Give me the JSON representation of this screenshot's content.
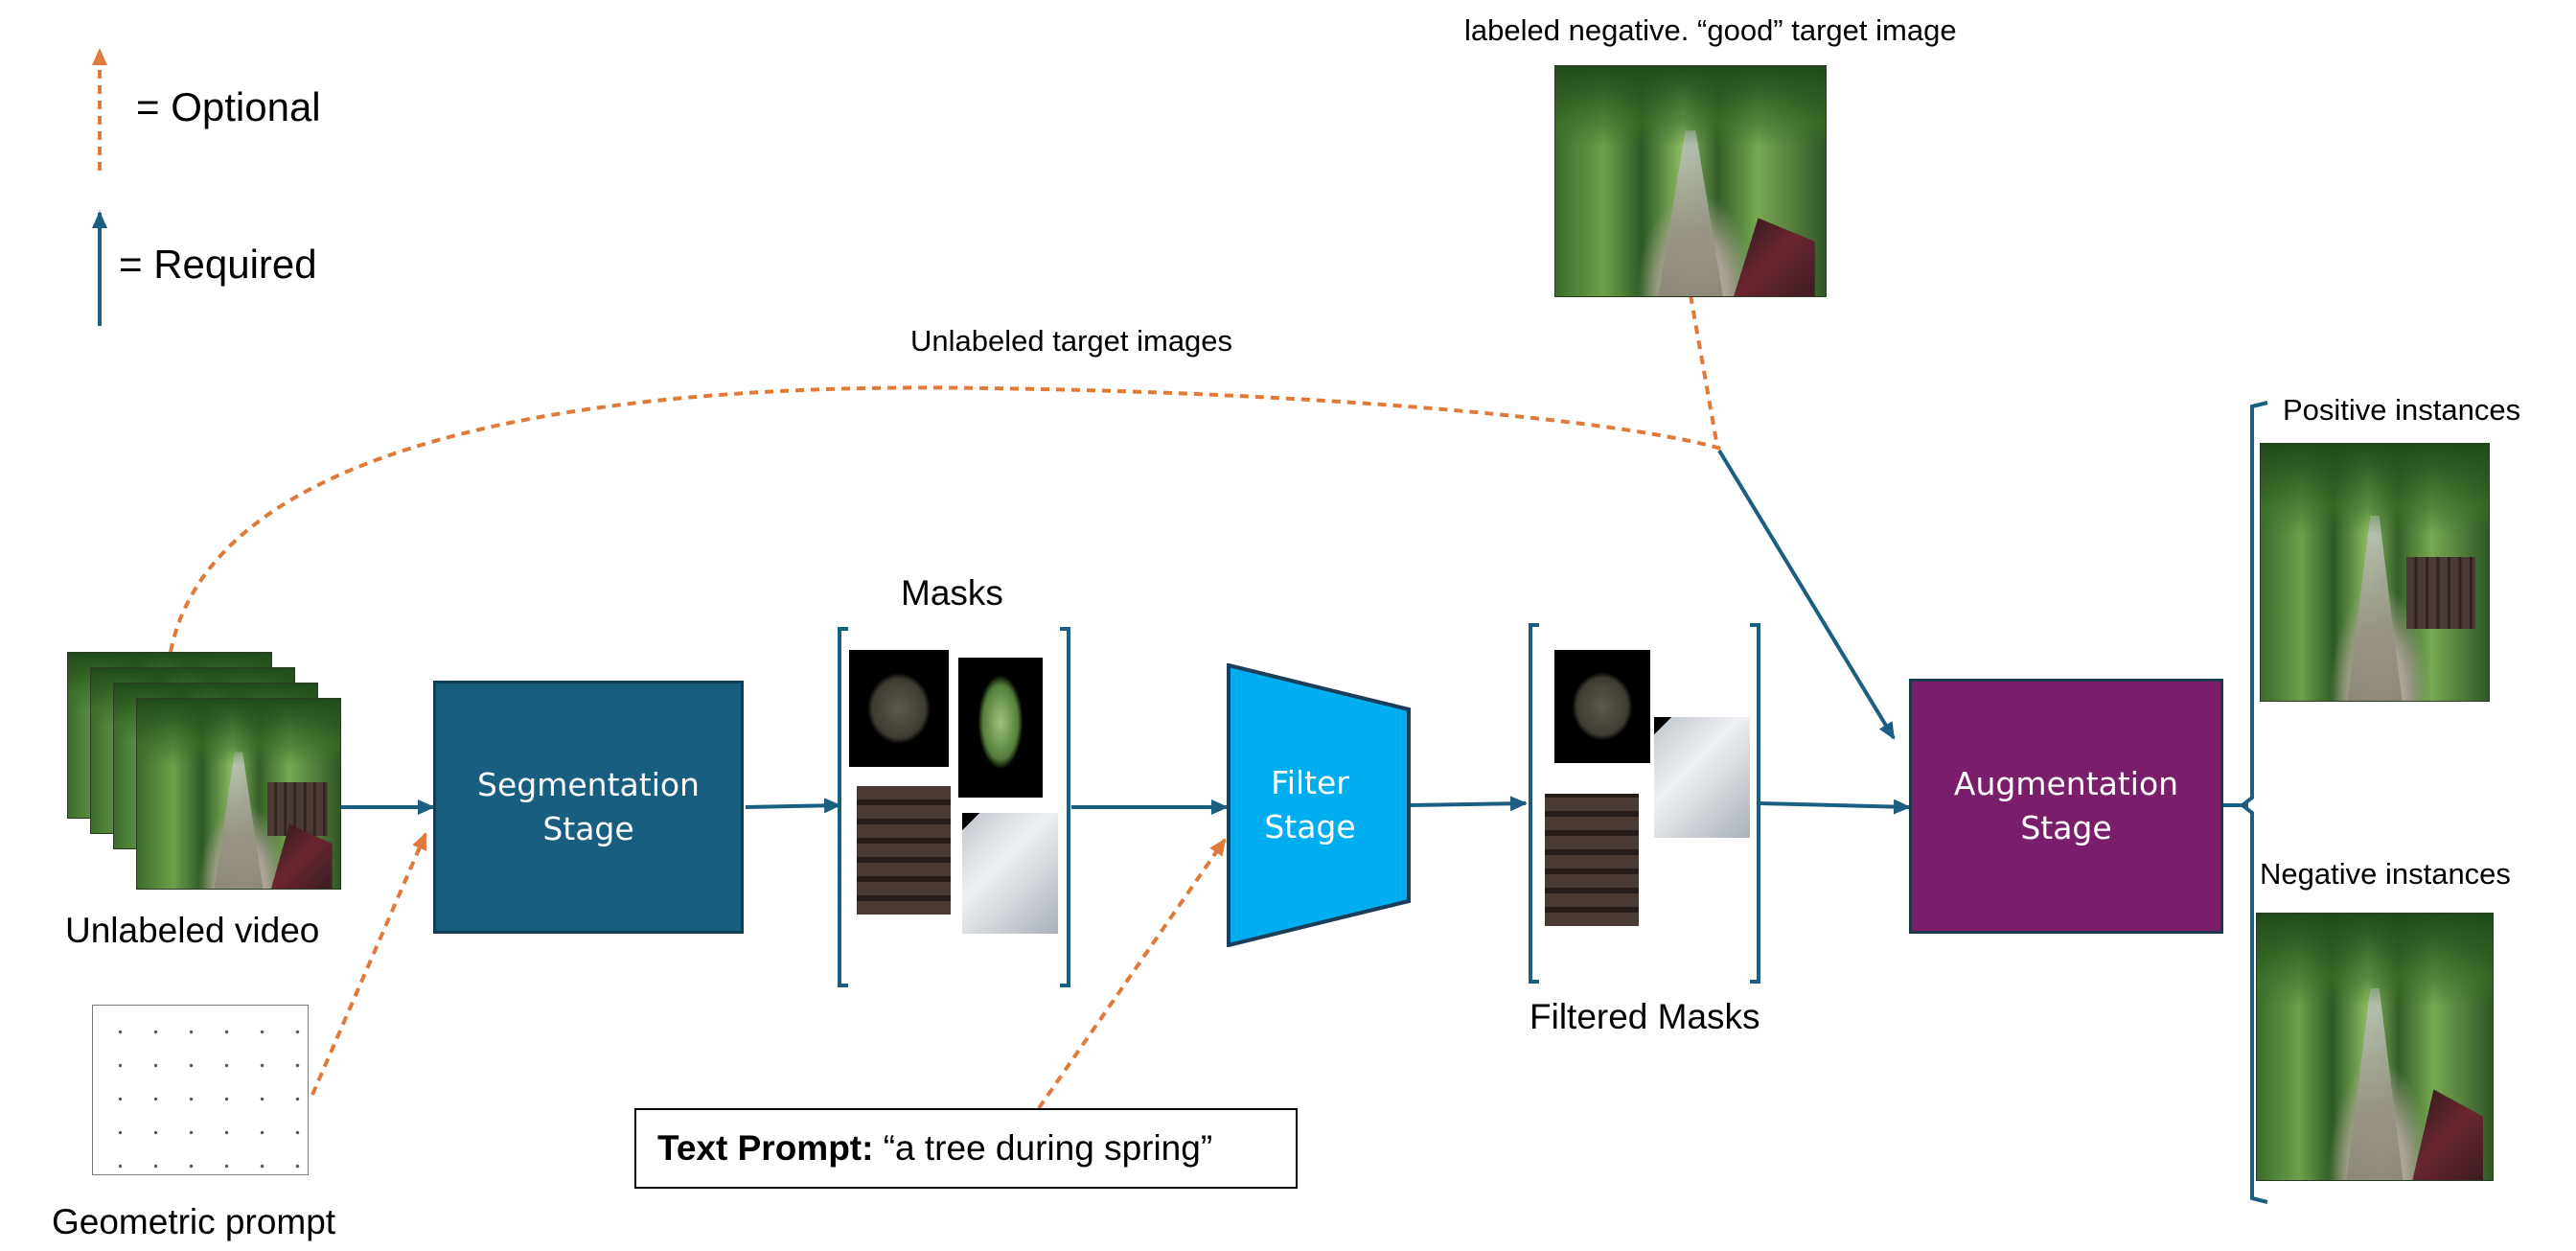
{
  "legend": {
    "optional_label": "= Optional",
    "required_label": "= Required",
    "optional_color": "#E07A3A",
    "required_color": "#1B5E80"
  },
  "labels": {
    "unlabeled_video": "Unlabeled video",
    "geometric_prompt": "Geometric prompt",
    "masks": "Masks",
    "filtered_masks": "Filtered Masks",
    "unlabeled_target_images": "Unlabeled target images",
    "labeled_negative": "labeled negative. “good” target image",
    "positive_instances": "Positive instances",
    "negative_instances": "Negative instances"
  },
  "text_prompt": {
    "prefix": "Text Prompt:",
    "value": " “a tree during spring”"
  },
  "stages": {
    "segmentation": {
      "line1": "Segmentation",
      "line2": "Stage",
      "color": "#175E80"
    },
    "filter": {
      "line1": "Filter",
      "line2": "Stage",
      "color": "#00ADEF"
    },
    "augmentation": {
      "line1": "Augmentation",
      "line2": "Stage",
      "color": "#7A1E6C"
    }
  }
}
